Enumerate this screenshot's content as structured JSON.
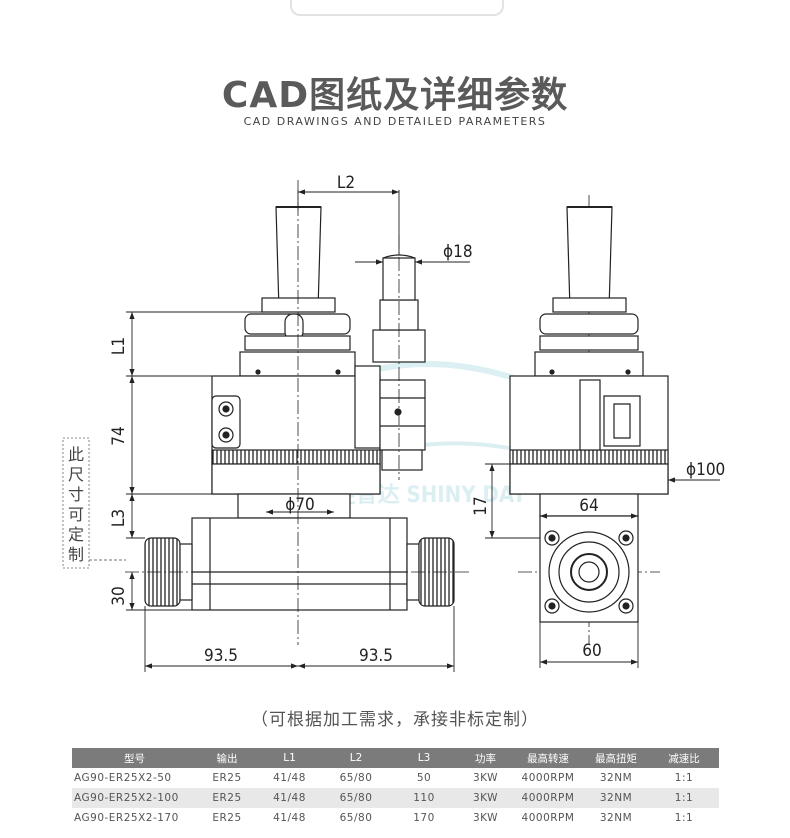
{
  "header": {
    "title": "CAD图纸及详细参数",
    "subtitle": "CAD DRAWINGS AND DETAILED PARAMETERS"
  },
  "drawing": {
    "dimensions": {
      "l2": "L2",
      "d18": "ϕ18",
      "l1": "L1",
      "h74": "74",
      "l3": "L3",
      "h30": "30",
      "d70": "ϕ70",
      "w93_left": "93.5",
      "w93_right": "93.5",
      "d100": "ϕ100",
      "w64": "64",
      "h17": "17",
      "w60": "60"
    },
    "side_note": [
      "此",
      "尺",
      "寸",
      "可",
      "定",
      "制"
    ],
    "watermark": "旋智达 SHINY DAY"
  },
  "note": "（可根据加工需求，承接非标定制）",
  "table": {
    "headers": [
      "型号",
      "输出",
      "L1",
      "L2",
      "L3",
      "功率",
      "最高转速",
      "最高扭矩",
      "减速比"
    ],
    "rows": [
      [
        "AG90-ER25X2-50",
        "ER25",
        "41/48",
        "65/80",
        "50",
        "3KW",
        "4000RPM",
        "32NM",
        "1:1"
      ],
      [
        "AG90-ER25X2-100",
        "ER25",
        "41/48",
        "65/80",
        "110",
        "3KW",
        "4000RPM",
        "32NM",
        "1:1"
      ],
      [
        "AG90-ER25X2-170",
        "ER25",
        "41/48",
        "65/80",
        "170",
        "3KW",
        "4000RPM",
        "32NM",
        "1:1"
      ]
    ]
  },
  "colors": {
    "header_bg": "#7b7b7b",
    "alt_row": "#e8e8e8",
    "title": "#5a5a5a",
    "watermark": "#bfe3e9"
  }
}
